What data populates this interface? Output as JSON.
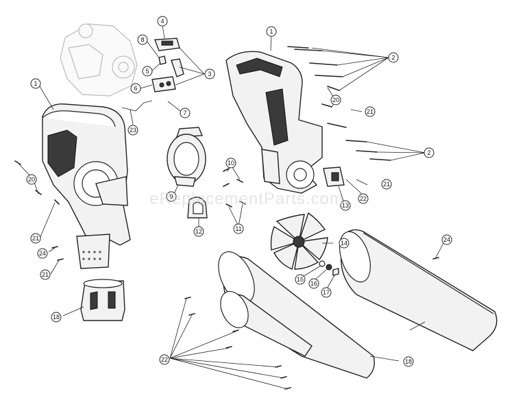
{
  "watermark": "eReplacementParts.com",
  "callouts": [
    {
      "id": "c1a",
      "label": "1"
    },
    {
      "id": "c1b",
      "label": "1"
    },
    {
      "id": "c2a",
      "label": "2"
    },
    {
      "id": "c2b",
      "label": "2"
    },
    {
      "id": "c3",
      "label": "3"
    },
    {
      "id": "c4",
      "label": "4"
    },
    {
      "id": "c5",
      "label": "5"
    },
    {
      "id": "c6",
      "label": "6"
    },
    {
      "id": "c7",
      "label": "7"
    },
    {
      "id": "c8",
      "label": "8"
    },
    {
      "id": "c9",
      "label": "9"
    },
    {
      "id": "c10",
      "label": "10"
    },
    {
      "id": "c11",
      "label": "11"
    },
    {
      "id": "c12",
      "label": "12"
    },
    {
      "id": "c13",
      "label": "13"
    },
    {
      "id": "c14",
      "label": "14"
    },
    {
      "id": "c15",
      "label": "15"
    },
    {
      "id": "c16",
      "label": "16"
    },
    {
      "id": "c17",
      "label": "17"
    },
    {
      "id": "c18a",
      "label": "18"
    },
    {
      "id": "c18b",
      "label": "18"
    },
    {
      "id": "c20a",
      "label": "20"
    },
    {
      "id": "c20b",
      "label": "20"
    },
    {
      "id": "c21a",
      "label": "21"
    },
    {
      "id": "c21b",
      "label": "21"
    },
    {
      "id": "c21c",
      "label": "21"
    },
    {
      "id": "c21d",
      "label": "21"
    },
    {
      "id": "c22a",
      "label": "22"
    },
    {
      "id": "c22b",
      "label": "22"
    },
    {
      "id": "c23",
      "label": "23"
    },
    {
      "id": "c24a",
      "label": "24"
    },
    {
      "id": "c24b",
      "label": "24"
    }
  ]
}
